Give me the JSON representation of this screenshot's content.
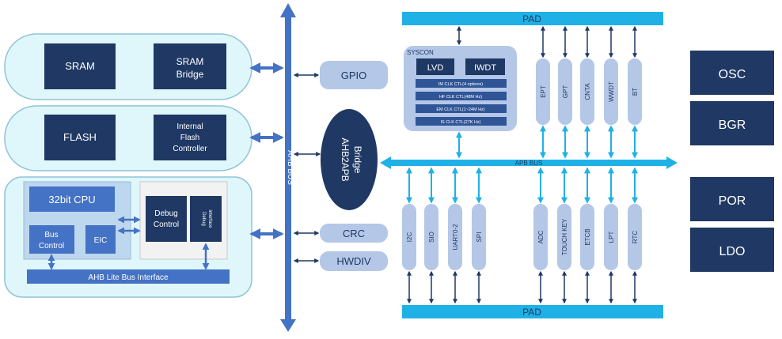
{
  "colors": {
    "panel_fill": "#dff7fb",
    "panel_stroke": "#8fc3d8",
    "dark_block": "#1f3864",
    "mid_block": "#2f5597",
    "light_block": "#bdd7ee",
    "pill_fill": "#b4c7e7",
    "bus_cyan": "#1fb1e6",
    "ahb_bus": "#4472c4",
    "arrow_dark": "#1f3864"
  },
  "memory": {
    "sram": "SRAM",
    "sram_bridge_line1": "SRAM",
    "sram_bridge_line2": "Bridge",
    "flash": "FLASH",
    "flash_ctrl_line1": "Internal",
    "flash_ctrl_line2": "Flash",
    "flash_ctrl_line3": "Controller"
  },
  "cpu": {
    "cpu_label": "32bit CPU",
    "bus_control_line1": "Bus",
    "bus_control_line2": "Control",
    "eic": "EIC",
    "debug_control_line1": "Debug",
    "debug_control_line2": "Control",
    "debug_interface_line1": "Debug",
    "debug_interface_line2": "interface",
    "ahb_lite": "AHB Lite Bus Interface"
  },
  "ahb_bus_label": "AHB BUS",
  "ahb_peripherals": {
    "gpio": "GPIO",
    "crc": "CRC",
    "hwdiv": "HWDIV",
    "bridge_line1": "AHB2APB",
    "bridge_line2": "Bridge"
  },
  "syscon": {
    "title": "SYSCON",
    "lvd": "LVD",
    "iwdt": "IWDT",
    "clocks": [
      "IM CLK CTL(4 options)",
      "HF CLK CTL(48M Hz)",
      "EM CLK CTL(1~24M Hz)",
      "IS CLK CTL(27K Hz)"
    ]
  },
  "pad_top": "PAD",
  "pad_bottom": "PAD",
  "apb_bus_label": "APB BUS",
  "top_peripherals": [
    "EPT",
    "GPT",
    "CNTA",
    "WWDT",
    "BT"
  ],
  "bottom_left_peripherals": [
    "I2C",
    "SIO",
    "UART0-2",
    "SPI"
  ],
  "bottom_right_peripherals": [
    "ADC",
    "TOUCH KEY",
    "ETCB",
    "LPT",
    "RTC"
  ],
  "analog": [
    "OSC",
    "BGR",
    "POR",
    "LDO"
  ]
}
